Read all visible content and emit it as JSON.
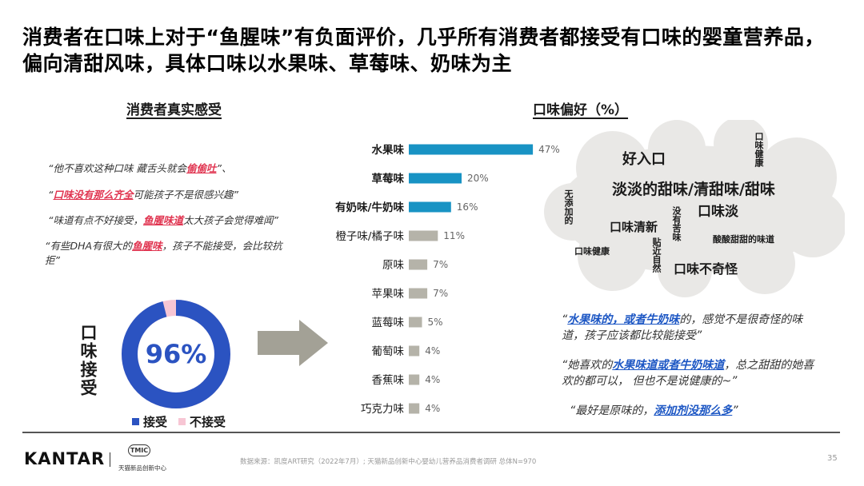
{
  "title": "消费者在口味上对于“鱼腥味”有负面评价，几乎所有消费者都接受有口味的婴童营养品，偏向清甜风味，具体口味以水果味、草莓味、奶味为主",
  "left_section": {
    "heading": "消费者真实感受",
    "quotes": [
      {
        "pre": "“他不喜欢这种口味 藏舌头就会",
        "hl": "偷偷吐",
        "post": "”、"
      },
      {
        "pre": "“",
        "hl": "口味没有那么齐全",
        "post": "可能孩子不是很感兴趣”"
      },
      {
        "pre": "“味道有点不好接受，",
        "hl": "鱼腥味道",
        "post": "太大孩子会觉得难闻”"
      },
      {
        "pre": "“有些DHA有很大的",
        "hl": "鱼腥味",
        "post": "，孩子不能接受，会比较抗拒”"
      }
    ]
  },
  "donut": {
    "value_label": "96%",
    "accept_ratio": 0.96,
    "side_label": "口味接受",
    "legend": [
      {
        "label": "接受",
        "color": "#2b53c1"
      },
      {
        "label": "不接受",
        "color": "#f7c6d4"
      }
    ]
  },
  "right_section": {
    "heading": "口味偏好（%）"
  },
  "chart_data": {
    "type": "bar",
    "orientation": "horizontal",
    "categories": [
      "水果味",
      "草莓味",
      "有奶味/牛奶味",
      "橙子味/橘子味",
      "原味",
      "苹果味",
      "蓝莓味",
      "葡萄味",
      "香蕉味",
      "巧克力味"
    ],
    "values": [
      47,
      20,
      16,
      11,
      7,
      7,
      5,
      4,
      4,
      4
    ],
    "value_labels": [
      "47%",
      "20%",
      "16%",
      "11%",
      "7%",
      "7%",
      "5%",
      "4%",
      "4%",
      "4%"
    ],
    "highlight_count": 3,
    "colors": {
      "highlight": "#1893c4",
      "normal": "#b5b3a9"
    },
    "title": "",
    "xlabel": "",
    "ylabel": "",
    "xlim": [
      0,
      50
    ]
  },
  "word_cloud": {
    "words": {
      "w1": {
        "text": "好入口",
        "color": "#1d8fd0"
      },
      "w2": {
        "text": "淡淡的甜味/清甜味/甜味",
        "color": "#e95662"
      },
      "w3": {
        "text": "口味淡",
        "color": "#1d8fd0"
      },
      "w4": {
        "text": "口味清新",
        "color": "#1d8fd0"
      },
      "w5": {
        "text": "酸酸甜甜的味道",
        "color": "#7a2e86"
      },
      "w6": {
        "text": "口味健康",
        "color": "#7a2e86"
      },
      "w7": {
        "text": "口味不奇怪",
        "color": "#1d8fd0"
      },
      "v1": {
        "text": "无添加的",
        "color": "#7a2e86"
      },
      "v2": {
        "text": "没有苦味",
        "color": "#7a2e86"
      },
      "v3": {
        "text": "贴近自然",
        "color": "#7a2e86"
      },
      "v4": {
        "text": "口味健康",
        "color": "#7a2e86"
      }
    }
  },
  "right_quotes": [
    {
      "pre": "“",
      "hl": "水果味的，或者牛奶味",
      "post": "的，感觉不是很奇怪的味道，孩子应该都比较能接受”"
    },
    {
      "pre": "“她喜欢的",
      "hl": "水果味道或者牛奶味道",
      "post": "，总之甜甜的她喜欢的都可以，  但也不是说健康的~”"
    },
    {
      "pre": "“最好是原味的，",
      "hl": "添加剂没那么多",
      "post": "”"
    }
  ],
  "footer": {
    "brand": "KANTAR",
    "tmic_badge": "TMIC",
    "tmic_name": "天猫新品创新中心",
    "source": "数据来源：凯度ART研究（2022年7月）; 天猫新品创新中心婴幼儿营养品消费者调研 总体N=970",
    "page": "35"
  }
}
